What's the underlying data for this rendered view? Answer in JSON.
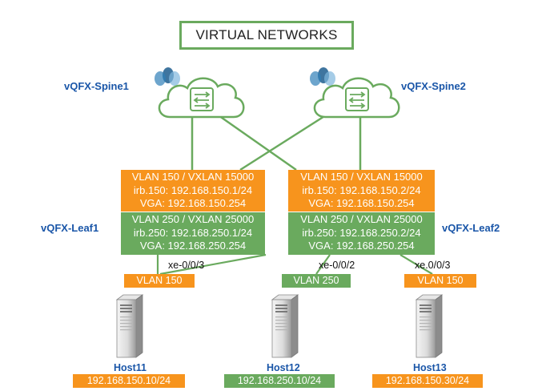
{
  "title": "VIRTUAL NETWORKS",
  "colors": {
    "orange": "#f7941d",
    "green": "#6aaa5e",
    "label_blue": "#1a56a8"
  },
  "spines": [
    {
      "name": "vQFX-Spine1",
      "icon": "cloud-switch-icon"
    },
    {
      "name": "vQFX-Spine2",
      "icon": "cloud-switch-icon"
    }
  ],
  "leaves": [
    {
      "name": "vQFX-Leaf1",
      "orange_block": [
        "VLAN 150 / VXLAN 15000",
        "irb.150: 192.168.150.1/24",
        "VGA: 192.168.150.254"
      ],
      "green_block": [
        "VLAN 250 / VXLAN 25000",
        "irb.250: 192.168.250.1/24",
        "VGA: 192.168.250.254"
      ]
    },
    {
      "name": "vQFX-Leaf2",
      "orange_block": [
        "VLAN 150 / VXLAN 15000",
        "irb.150: 192.168.150.2/24",
        "VGA: 192.168.150.254"
      ],
      "green_block": [
        "VLAN 250 / VXLAN 25000",
        "irb.250: 192.168.250.2/24",
        "VGA: 192.168.250.254"
      ]
    }
  ],
  "access_ports": [
    {
      "port": "xe-0/0/3",
      "vlan": "VLAN 150"
    },
    {
      "port": "xe-0/0/2",
      "vlan": "VLAN 250"
    },
    {
      "port": "xe.0/0/3",
      "vlan": "VLAN 150"
    }
  ],
  "hosts": [
    {
      "name": "Host11",
      "ip": "192.168.150.10/24",
      "icon": "server-icon"
    },
    {
      "name": "Host12",
      "ip": "192.168.250.10/24",
      "icon": "server-icon"
    },
    {
      "name": "Host13",
      "ip": "192.168.150.30/24",
      "icon": "server-icon"
    }
  ]
}
